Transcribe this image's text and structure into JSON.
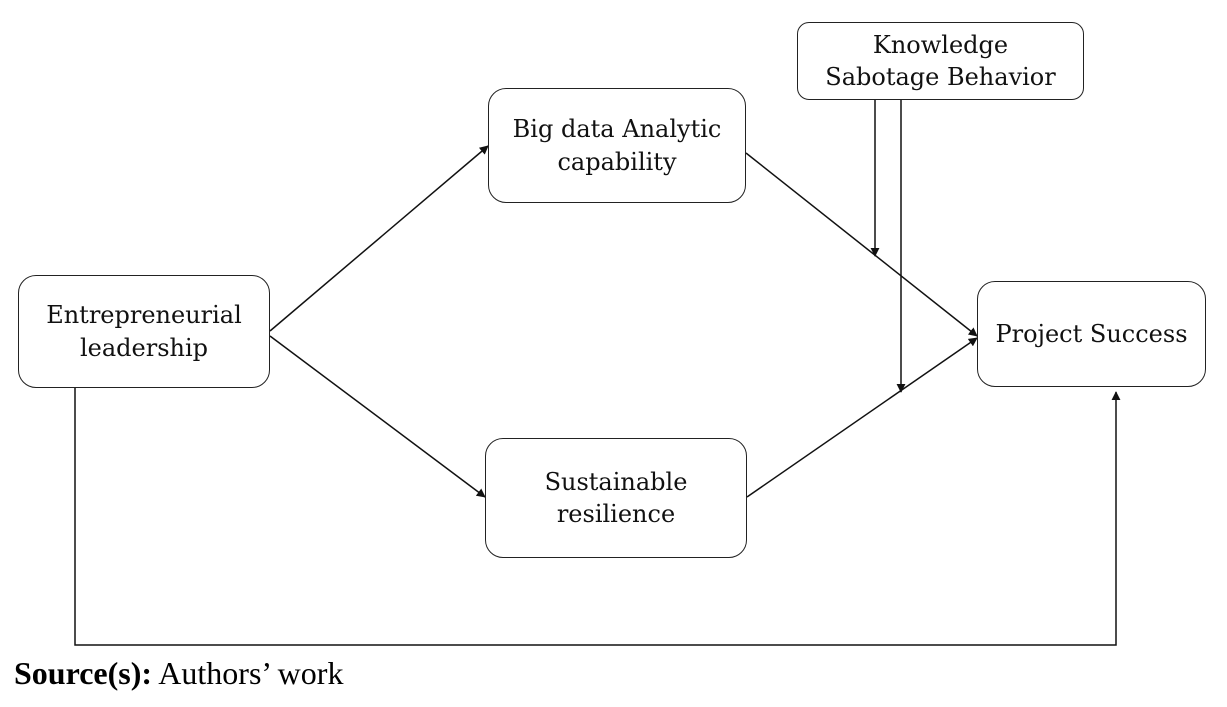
{
  "nodes": {
    "entrepreneurial": "Entrepreneurial\nleadership",
    "big_data": "Big data Analytic\ncapability",
    "sustainable": "Sustainable\nresilience",
    "knowledge": "Knowledge\nSabotage Behavior",
    "project": "Project Success"
  },
  "edges": [
    {
      "from": "Entrepreneurial leadership",
      "to": "Big data Analytic capability"
    },
    {
      "from": "Entrepreneurial leadership",
      "to": "Sustainable resilience"
    },
    {
      "from": "Big data Analytic capability",
      "to": "Project Success"
    },
    {
      "from": "Sustainable resilience",
      "to": "Project Success"
    },
    {
      "from": "Entrepreneurial leadership",
      "to": "Project Success"
    },
    {
      "from": "Knowledge Sabotage Behavior",
      "to": "Big data Analytic capability → Project Success",
      "type": "moderation"
    },
    {
      "from": "Knowledge Sabotage Behavior",
      "to": "Sustainable resilience → Project Success",
      "type": "moderation"
    }
  ],
  "caption": {
    "label": "Source(s):",
    "text": " Authors’ work"
  }
}
